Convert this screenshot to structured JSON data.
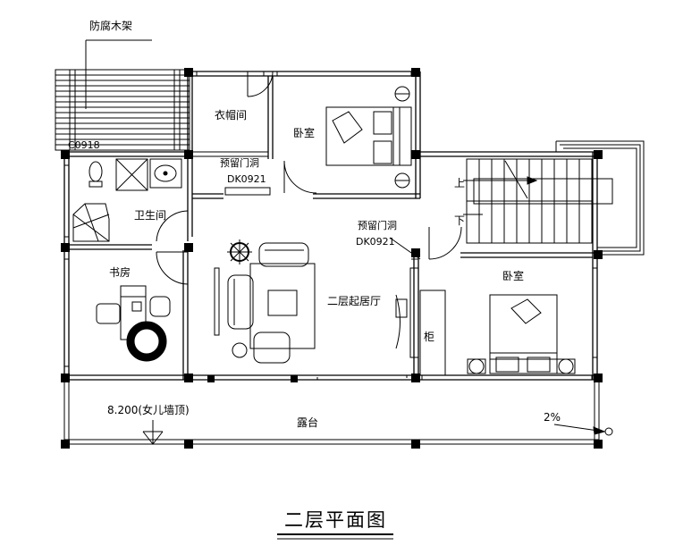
{
  "labels": {
    "pergola": "防腐木架",
    "window_c0918": "C0918",
    "cloakroom": "衣帽间",
    "bedroom_north": "卧室",
    "reserved_door_1": "预留门洞",
    "door_code_1": "DK0921",
    "bathroom": "卫生间",
    "stair_up": "上",
    "stair_down": "下",
    "reserved_door_2": "预留门洞",
    "door_code_2": "DK0921",
    "study": "书房",
    "living": "二层起居厅",
    "bedroom_east": "卧室",
    "cabinet": "柜",
    "elevation": "8.200(女儿墙顶)",
    "terrace": "露台",
    "slope": "2%"
  },
  "title": "二层平面图"
}
